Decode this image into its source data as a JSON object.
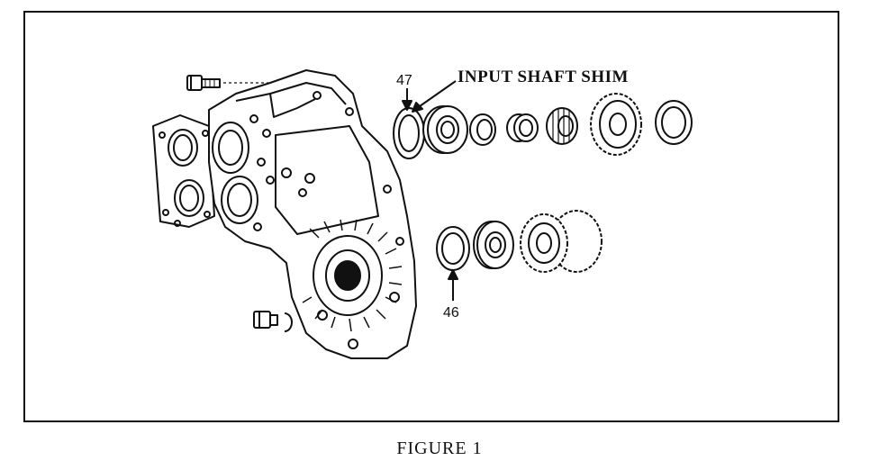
{
  "diagram": {
    "shim_label": "INPUT SHAFT SHIM",
    "callout_top": "47",
    "callout_bottom": "46"
  },
  "caption": "FIGURE 1"
}
